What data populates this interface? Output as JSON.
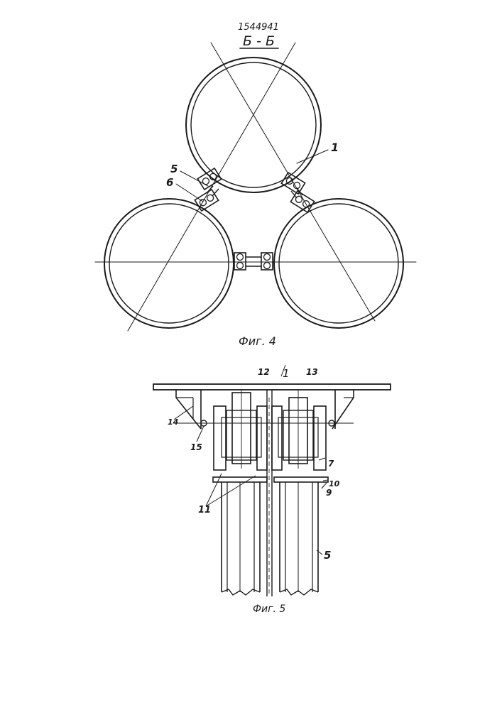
{
  "header": {
    "patent_number": "1544941",
    "section_label": "Б - Б"
  },
  "figure4": {
    "caption": "Фиг. 4",
    "labels": {
      "pipe": "1",
      "clamp_upper": "5",
      "clamp_lower": "6"
    }
  },
  "figure5": {
    "caption": "Фиг. 5",
    "labels": {
      "center": "1",
      "l12": "12",
      "l13": "13",
      "l14": "14",
      "l15": "15",
      "l7": "7",
      "l10": "10",
      "l9": "9",
      "l11": "11",
      "l5": "5"
    }
  },
  "colors": {
    "ink": "#1a1a1a",
    "paper": "#ffffff"
  }
}
